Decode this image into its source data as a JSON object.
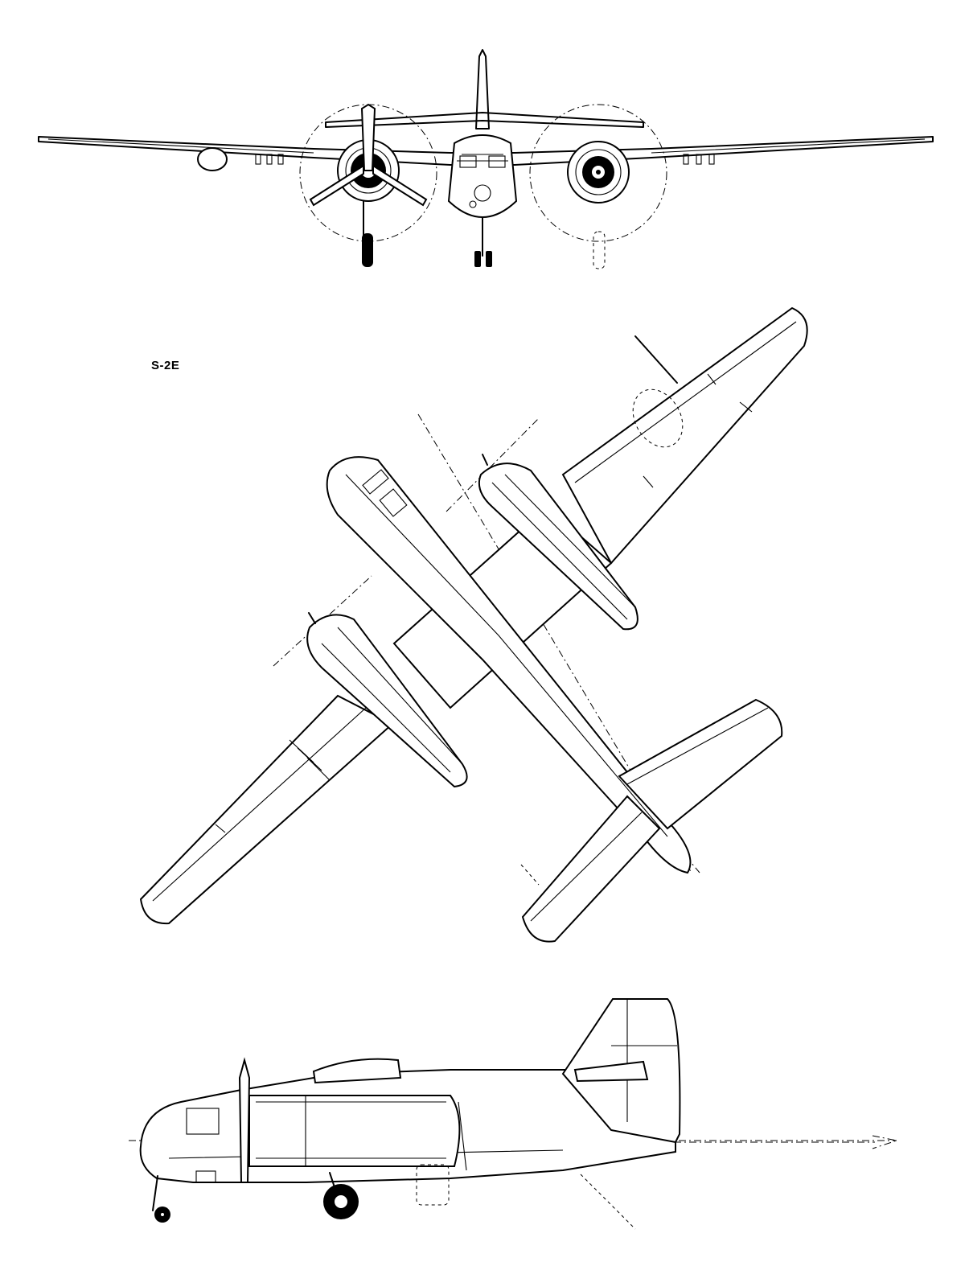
{
  "drawing": {
    "designation": "S-2E",
    "views": [
      "front-view",
      "top-view",
      "side-view"
    ]
  }
}
